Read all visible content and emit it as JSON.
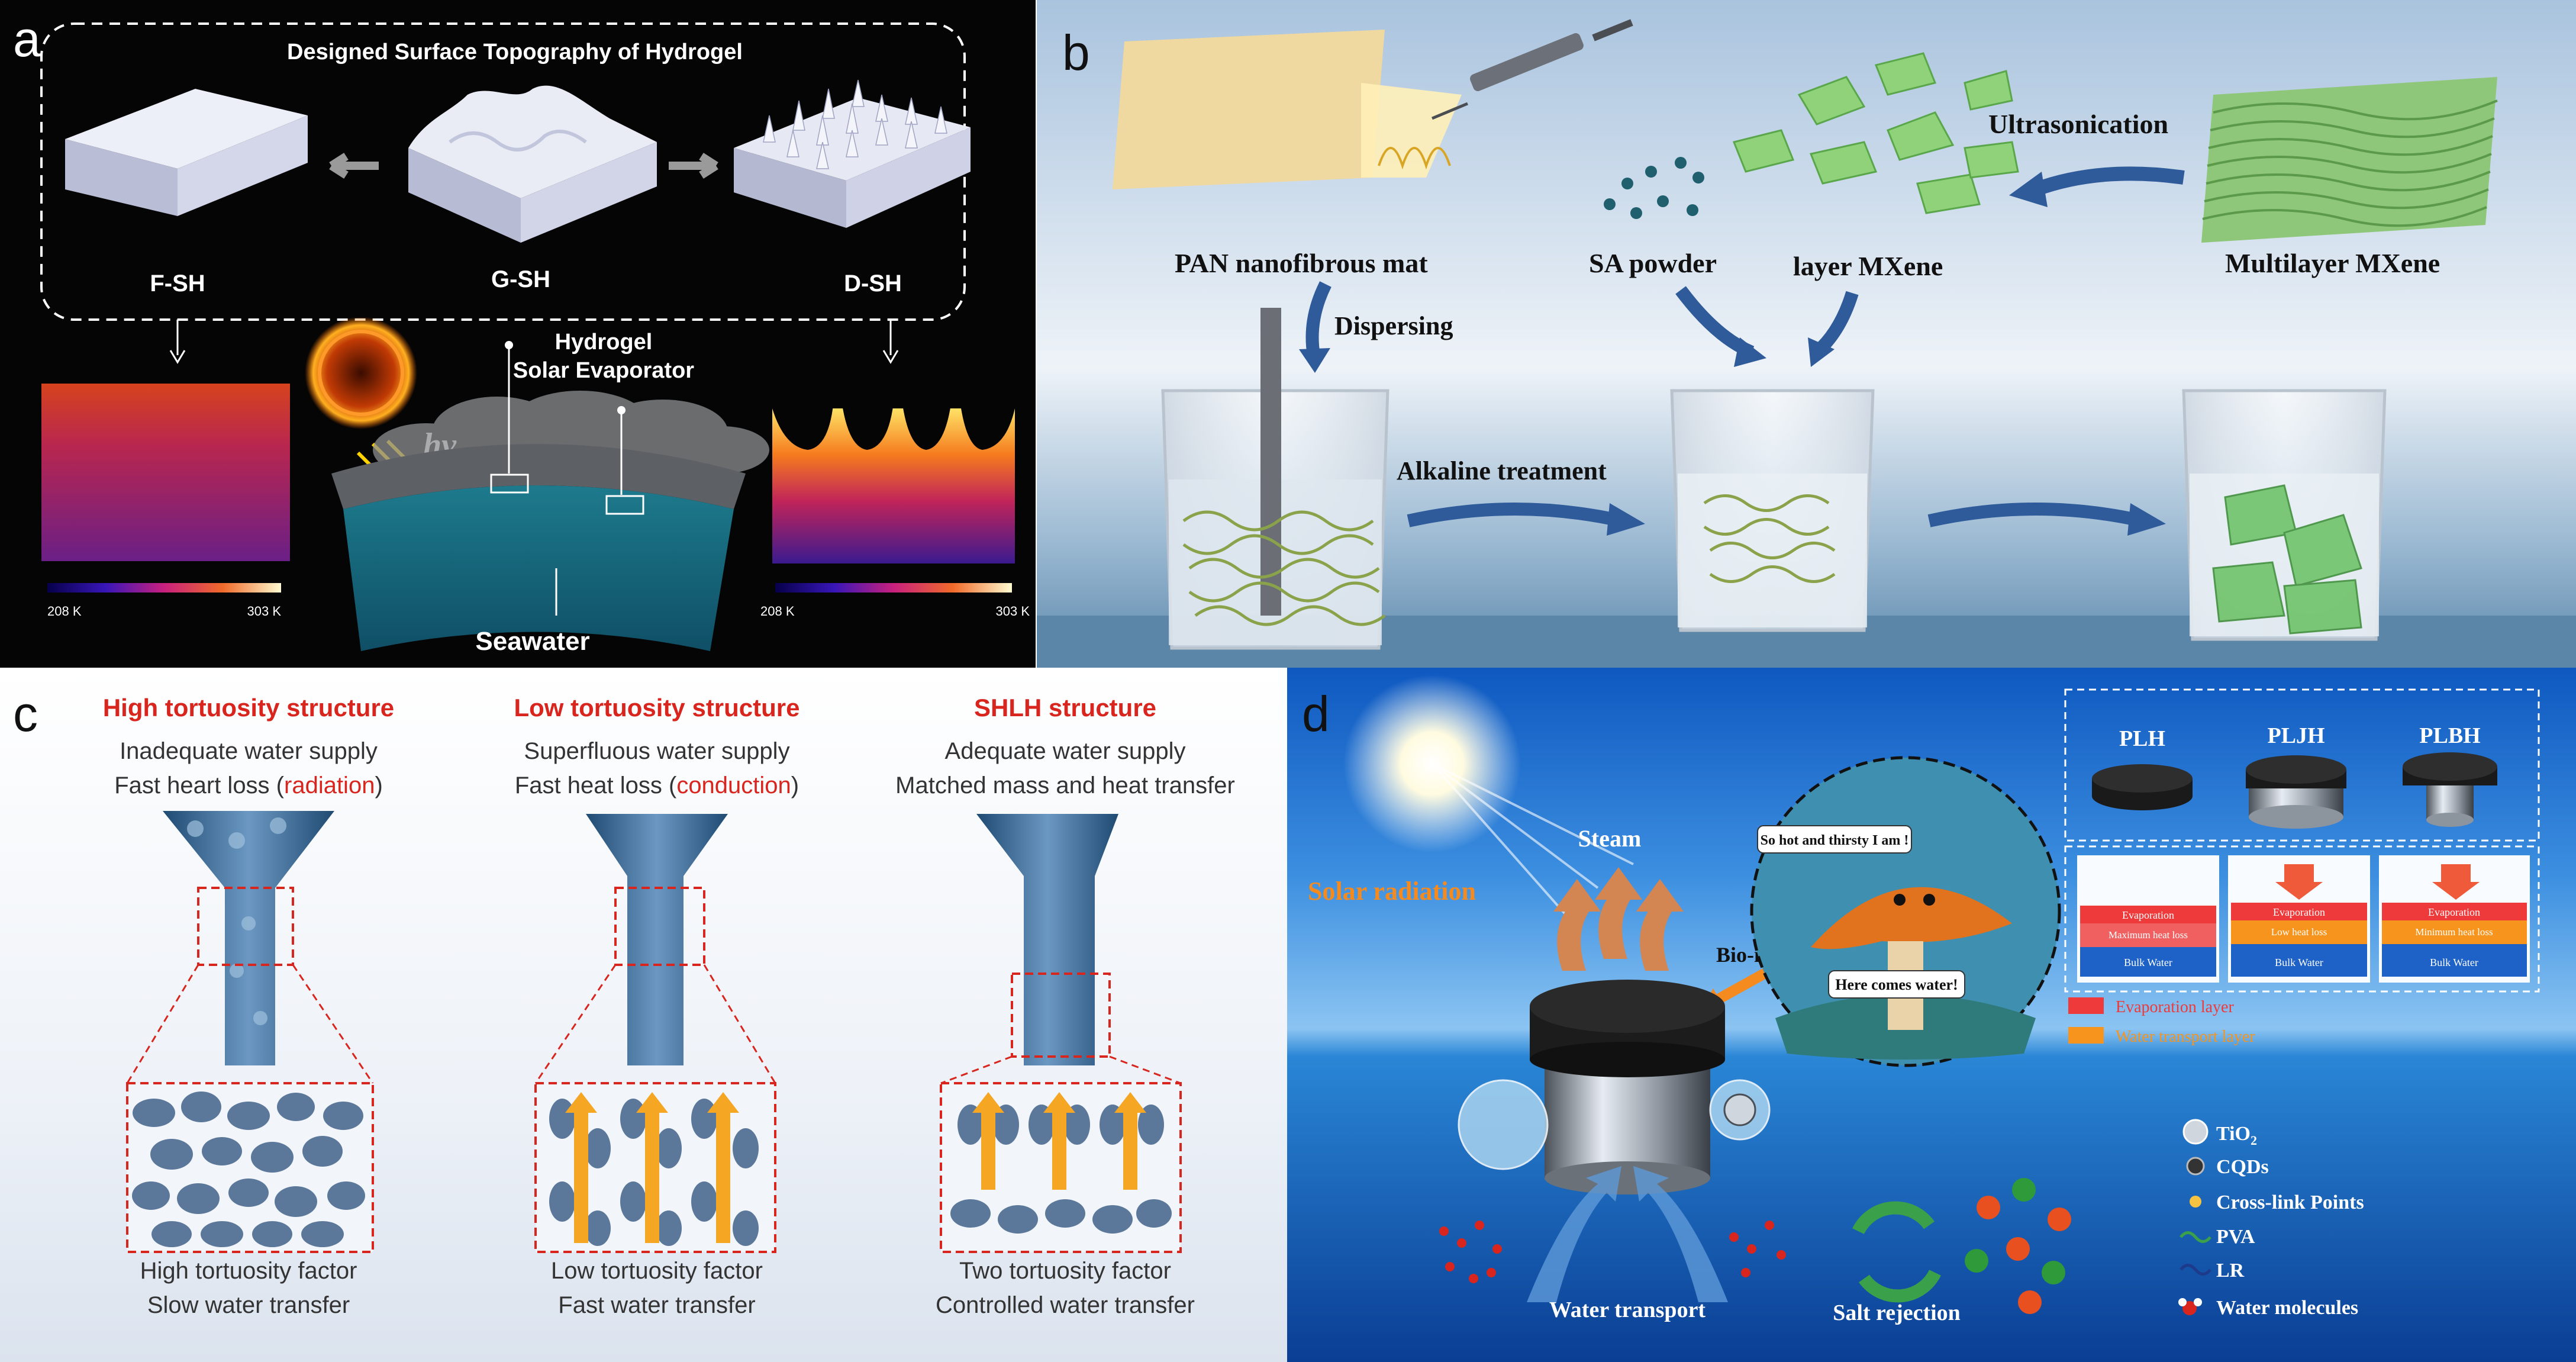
{
  "panel_a": {
    "letter": "a",
    "title": "Designed Surface Topography of Hydrogel",
    "labels": [
      "F-SH",
      "G-SH",
      "D-SH"
    ],
    "hv": "hν",
    "evaporator_line1": "Hydrogel",
    "evaporator_line2": "Solar Evaporator",
    "seawater": "Seawater",
    "scale_min": "208 K",
    "scale_max": "303 K"
  },
  "panel_b": {
    "letter": "b",
    "pan_mat": "PAN nanofibrous mat",
    "dispersing": "Dispersing",
    "sa_powder": "SA powder",
    "layer_mxene": "layer  MXene",
    "ultrasonication": "Ultrasonication",
    "multilayer_mxene": "Multilayer  MXene",
    "alkaline": "Alkaline treatment"
  },
  "panel_c": {
    "letter": "c",
    "columns": [
      {
        "title": "High tortuosity structure",
        "line1": "Inadequate water supply",
        "line2_pre": "Fast heart loss (",
        "line2_red": "radiation",
        "line2_post": ")",
        "bottom1": "High tortuosity factor",
        "bottom2": "Slow water transfer"
      },
      {
        "title": "Low tortuosity structure",
        "line1": "Superfluous water supply",
        "line2_pre": "Fast heat loss (",
        "line2_red": "conduction",
        "line2_post": ")",
        "bottom1": "Low tortuosity factor",
        "bottom2": "Fast water transfer"
      },
      {
        "title": "SHLH structure",
        "line1": "Adequate water supply",
        "line2_pre": "Matched mass and heat transfer",
        "line2_red": "",
        "line2_post": "",
        "bottom1": "Two tortuosity factor",
        "bottom2": "Controlled water transfer"
      }
    ]
  },
  "panel_d": {
    "letter": "d",
    "solar": "Solar radiation",
    "steam": "Steam",
    "bio": "Bio-inspired",
    "bubble1": "So hot and thirsty I am !",
    "bubble2": "Here comes water!",
    "evaporators": [
      "PLH",
      "PLJH",
      "PLBH"
    ],
    "evaporation_small": "Evaporation",
    "bulk_small": "Bulk Water",
    "heat_loss_small": [
      "Maximum heat loss",
      "Low heat loss",
      "Minimum heat loss"
    ],
    "legend_evap": "Evaporation layer",
    "legend_transport": "Water transport layer",
    "tio2_main": "TiO",
    "tio2_sub": "2",
    "cqds": "CQDs",
    "crosslink": "Cross-link Points",
    "pva": "PVA",
    "lr": "LR",
    "water_molecules": "Water molecules",
    "water_transport": "Water transport",
    "salt_rejection": "Salt rejection"
  }
}
